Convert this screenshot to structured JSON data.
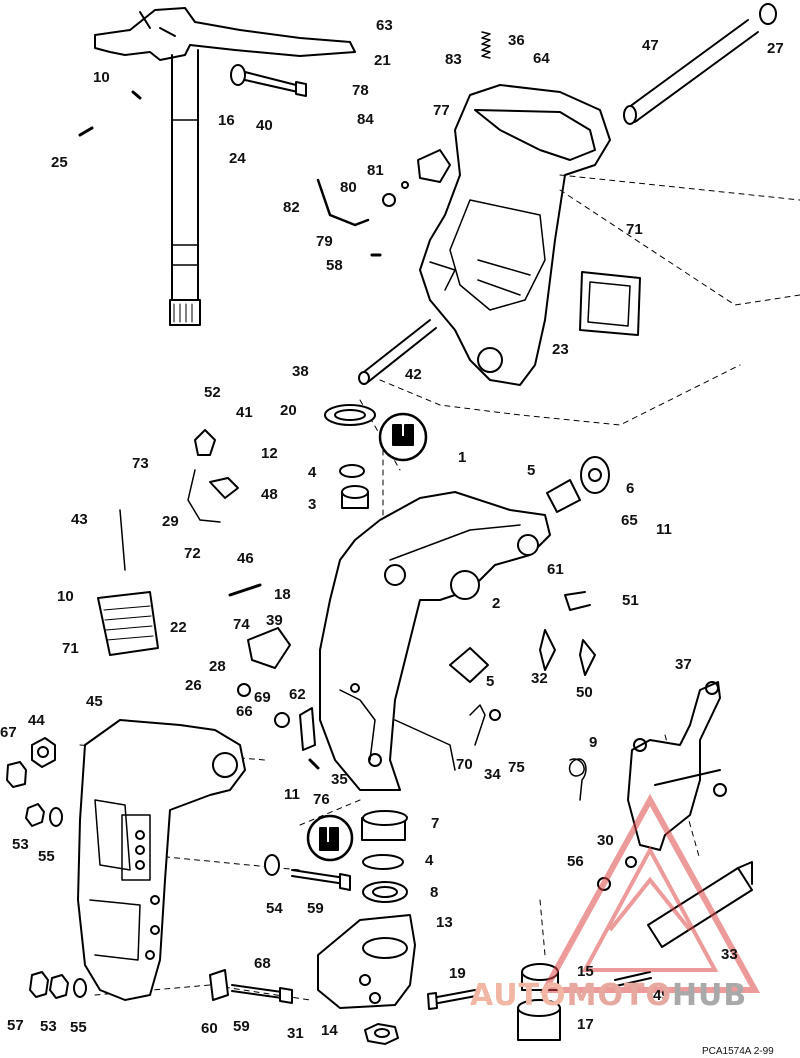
{
  "diagram": {
    "drawing_code": "PCA1574A  2-99",
    "watermark": {
      "text1": "AUTO",
      "text2": "MOTO",
      "text3": "HUB",
      "color": "#e04848"
    },
    "callouts": [
      "1",
      "2",
      "3",
      "4",
      "5",
      "6",
      "7",
      "8",
      "9",
      "10",
      "11",
      "12",
      "13",
      "14",
      "15",
      "16",
      "17",
      "18",
      "19",
      "20",
      "21",
      "22",
      "23",
      "24",
      "25",
      "26",
      "27",
      "28",
      "29",
      "30",
      "31",
      "32",
      "33",
      "34",
      "35",
      "36",
      "37",
      "38",
      "39",
      "40",
      "41",
      "42",
      "43",
      "44",
      "45",
      "46",
      "47",
      "48",
      "49",
      "50",
      "51",
      "52",
      "53",
      "54",
      "55",
      "56",
      "57",
      "58",
      "59",
      "60",
      "61",
      "62",
      "63",
      "64",
      "65",
      "66",
      "67",
      "68",
      "69",
      "70",
      "71",
      "72",
      "73",
      "74",
      "75",
      "76",
      "77",
      "78",
      "79",
      "80",
      "81",
      "82",
      "83",
      "84"
    ],
    "n10": "10",
    "n11": "11",
    "n53": "53",
    "n55": "55",
    "n59": "59",
    "n71": "71",
    "n4": "4",
    "n5": "5"
  }
}
